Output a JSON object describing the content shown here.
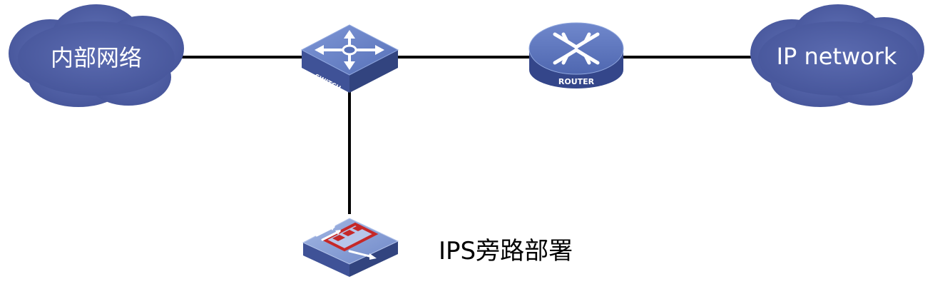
{
  "diagram": {
    "clouds": {
      "internal": {
        "label": "内部网络"
      },
      "external": {
        "label": "IP network"
      }
    },
    "devices": {
      "switch": {
        "tag": "SWITCH",
        "icon": "switch-icon"
      },
      "router": {
        "tag": "ROUTER",
        "icon": "router-icon"
      },
      "ips": {
        "caption": "IPS旁路部署",
        "icon": "ips-icon"
      }
    },
    "links": [
      {
        "from": "internal",
        "to": "switch"
      },
      {
        "from": "switch",
        "to": "router"
      },
      {
        "from": "router",
        "to": "external"
      },
      {
        "from": "switch",
        "to": "ips"
      }
    ],
    "colors": {
      "cloud": "#4f5ea3",
      "device_top": "#6a83c7",
      "device_side": "#3d4f93",
      "ips_top": "#8aa2d8",
      "ips_highlight": "#c62828",
      "link": "#000000"
    }
  }
}
